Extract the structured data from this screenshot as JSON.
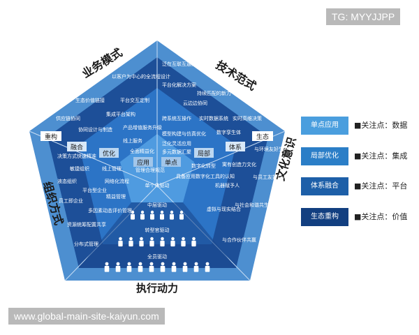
{
  "watermark_top": "TG: MYYJJPP",
  "watermark_bottom": "www.global-main-site-kaiyun.com",
  "corners": {
    "business": "业务模式",
    "tech": "技术范式",
    "org": "组织方式",
    "culture": "文化意识",
    "exec": "执行动力"
  },
  "stages": [
    "重构",
    "融合",
    "优化",
    "应用",
    "单点",
    "局部",
    "体系",
    "生态"
  ],
  "business_items": [
    "以客户为中心的全流程设计",
    "生态价值链接",
    "平台交互定制",
    "集成平台架构",
    "供应链协同",
    "产品增值服务升级",
    "协同设计与制造",
    "线上服务",
    "全面精益化"
  ],
  "tech_items": [
    "泛在互联互通互操作",
    "平台化解决方案",
    "持续匹配的新力",
    "云边边协同",
    "跨系统互操作",
    "实时数据系统",
    "实时高维决策",
    "模型构建与仿真优化",
    "数字孪生体",
    "泛化灵活应用",
    "多元数据汇聚"
  ],
  "org_items": [
    "决策方式快速精准",
    "敏捷组织",
    "液态组织",
    "员工即企业",
    "平台型企业",
    "资源统筹配置共享",
    "多因素动态评价管理",
    "分布式管理",
    "线上管理",
    "网络化流程",
    "精益管理",
    "管理合理规范"
  ],
  "culture_items": [
    "与环境友好生产",
    "与员工友好以人为本",
    "寓有创造力文化",
    "机器赋予人",
    "虚拟与现实结合",
    "与社会和谐共生可持续",
    "数字化转型",
    "具备应用数字化工具的认知",
    "与合作伙伴共赢"
  ],
  "center_label": "单个体驱动",
  "exec_levels": [
    "中层驱动",
    "转型官驱动",
    "全员驱动"
  ],
  "legend": [
    {
      "label": "单点应用",
      "note": "■关注点：数据",
      "color": "#4a9ede"
    },
    {
      "label": "局部优化",
      "note": "■关注点：集成",
      "color": "#2b7ec7"
    },
    {
      "label": "体系融合",
      "note": "■关注点：平台",
      "color": "#1d5fa8"
    },
    {
      "label": "生态重构",
      "note": "■关注点：价值",
      "color": "#123f80"
    }
  ]
}
